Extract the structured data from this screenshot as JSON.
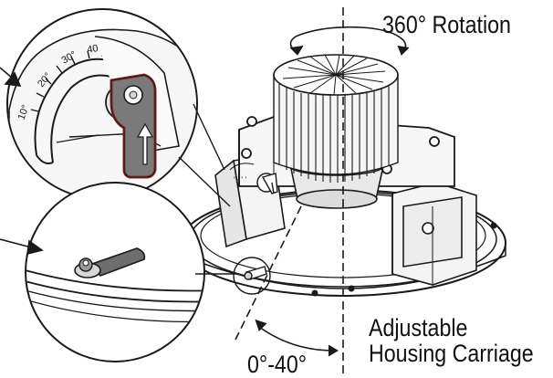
{
  "labels": {
    "rotation": "360° Rotation",
    "angle": "0°-40°",
    "carriage_line1": "Adjustable",
    "carriage_line2": "Housing Carriage"
  },
  "colors": {
    "line": "#1a1a1a",
    "highlight": "#8b2a2a",
    "lever_fill": "#6e6e6e",
    "metal_light": "#f4f4f4",
    "metal_mid": "#d6d6d6"
  }
}
